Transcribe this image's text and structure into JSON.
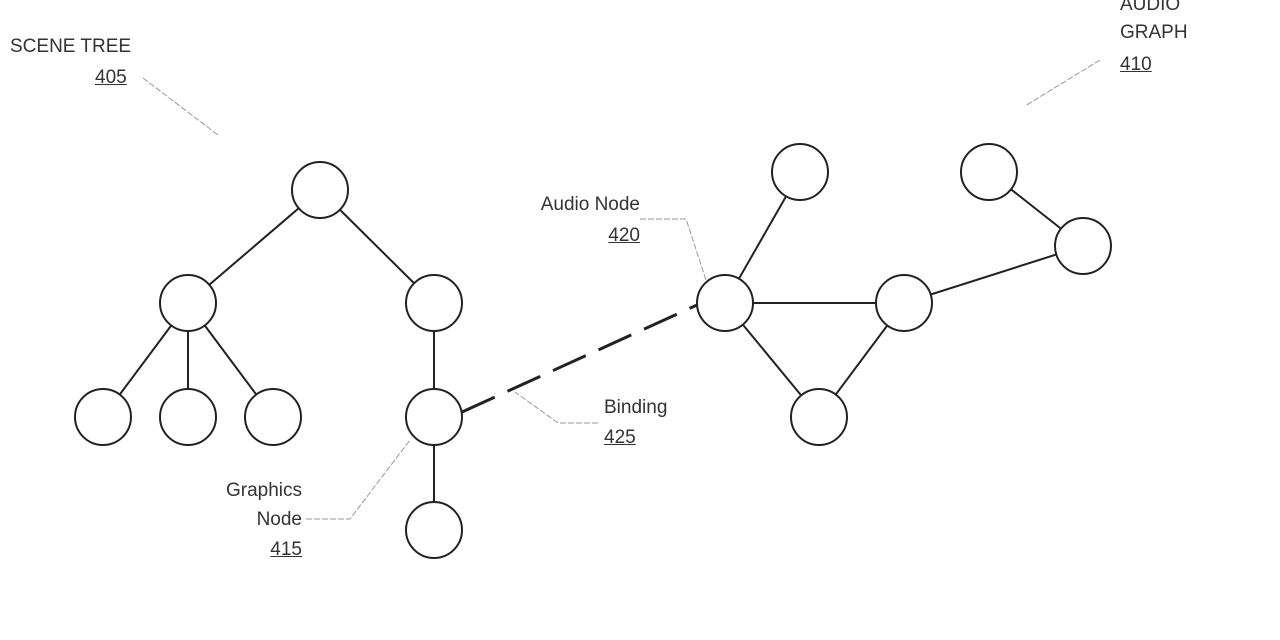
{
  "labels": {
    "scene_tree": {
      "title": "SCENE TREE",
      "ref": "405"
    },
    "audio_graph": {
      "title_line1": "AUDIO",
      "title_line2": "GRAPH",
      "ref": "410"
    },
    "graphics_node": {
      "line1": "Graphics",
      "line2": "Node",
      "ref": "415"
    },
    "audio_node": {
      "title": "Audio Node",
      "ref": "420"
    },
    "binding": {
      "title": "Binding",
      "ref": "425"
    }
  },
  "colors": {
    "line": "#222222",
    "leader": "#999999",
    "text": "#333333"
  }
}
